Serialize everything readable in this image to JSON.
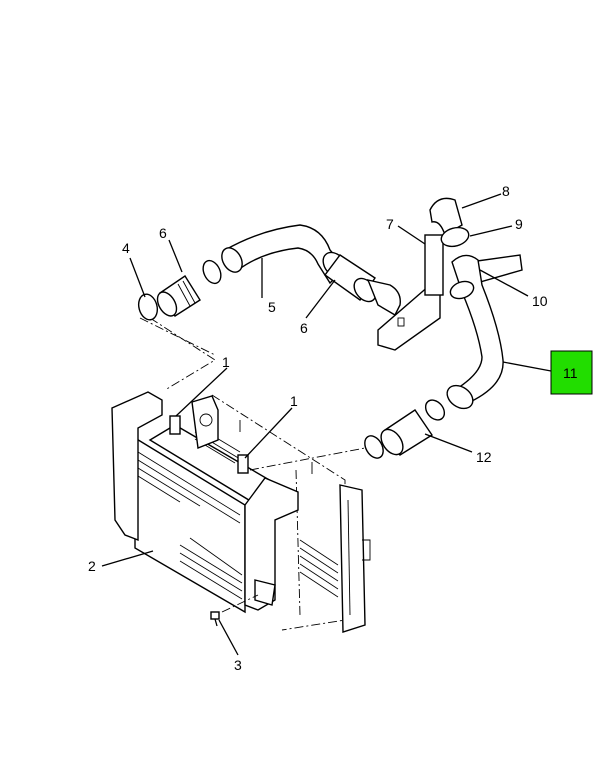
{
  "callouts": [
    {
      "id": "c1a",
      "label": "1",
      "highlighted": false
    },
    {
      "id": "c1b",
      "label": "1",
      "highlighted": false
    },
    {
      "id": "c2",
      "label": "2",
      "highlighted": false
    },
    {
      "id": "c3",
      "label": "3",
      "highlighted": false
    },
    {
      "id": "c4",
      "label": "4",
      "highlighted": false
    },
    {
      "id": "c5",
      "label": "5",
      "highlighted": false
    },
    {
      "id": "c6a",
      "label": "6",
      "highlighted": false
    },
    {
      "id": "c6b",
      "label": "6",
      "highlighted": false
    },
    {
      "id": "c7",
      "label": "7",
      "highlighted": false
    },
    {
      "id": "c8",
      "label": "8",
      "highlighted": false
    },
    {
      "id": "c9",
      "label": "9",
      "highlighted": false
    },
    {
      "id": "c10",
      "label": "10",
      "highlighted": false
    },
    {
      "id": "c11",
      "label": "11",
      "highlighted": true,
      "highlight_color": "#22dd00"
    },
    {
      "id": "c12",
      "label": "12",
      "highlighted": false
    }
  ],
  "colors": {
    "highlight": "#22dd00",
    "line": "#000000",
    "background": "#ffffff"
  },
  "footer": {
    "left": "",
    "right": ""
  }
}
